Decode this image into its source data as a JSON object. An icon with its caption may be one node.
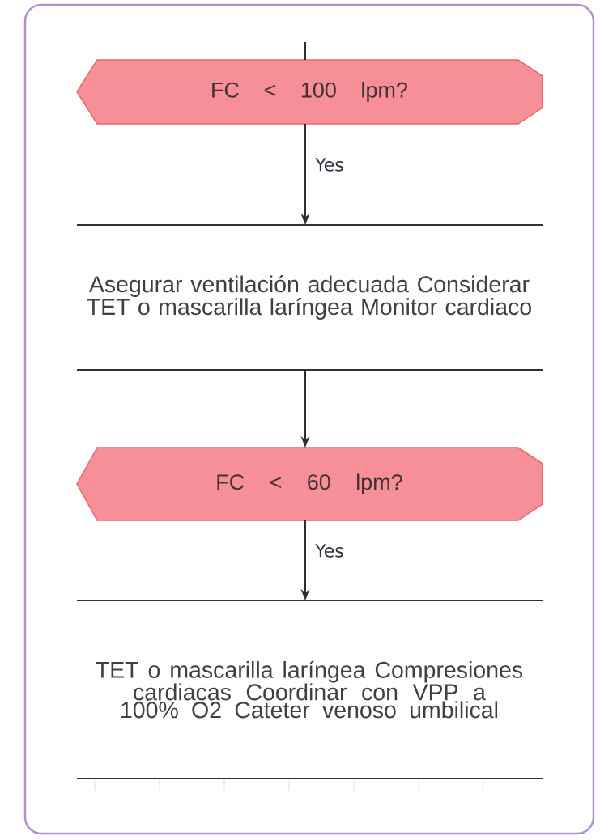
{
  "diagram": {
    "nodes": [
      {
        "text": [
          "FC < 100 lpm?"
        ]
      },
      {
        "text": [
          "Asegurar ventilación adecuada Considerar TET o mascarilla laríngea Monitor cardiaco"
        ]
      },
      {
        "text": [
          "FC < 60 lpm?"
        ]
      },
      {
        "text": [
          "TET o mascarilla laríngea Compresiones cardiacas Coordinar con VPP a 100% O2 Cateter venoso umbilical"
        ]
      }
    ],
    "edges": [
      {
        "from": null,
        "to": 0,
        "arrow": "none"
      },
      {
        "from": 0,
        "to": 1,
        "arrow": "to",
        "label": "Yes"
      },
      {
        "from": 1,
        "to": 2,
        "arrow": "to"
      },
      {
        "from": 2,
        "to": 3,
        "arrow": "to",
        "label": "Yes"
      }
    ]
  }
}
